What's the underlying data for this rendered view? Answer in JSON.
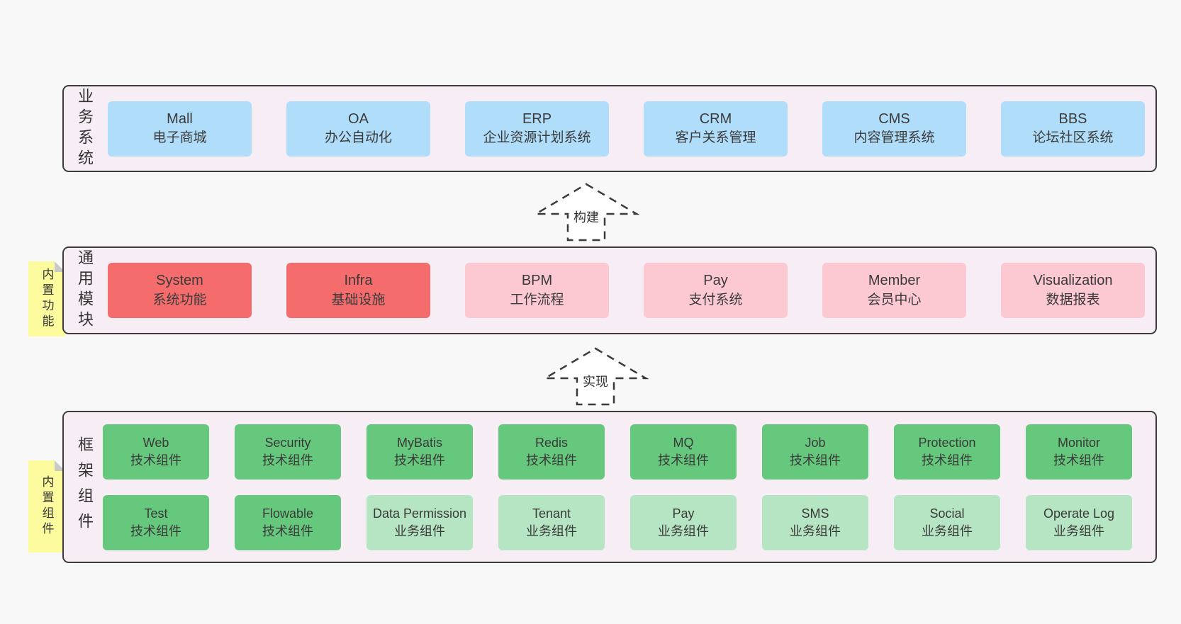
{
  "colors": {
    "page_background": "#f8f8f8",
    "band_background": "#f6edf5",
    "band_border": "#3c3c3c",
    "business_system_box": "#b0ddfa",
    "core_module_box": "#f56c6c",
    "extension_module_box": "#fcc9d3",
    "tech_component_box": "#66c87d",
    "biz_component_box": "#b6e5c3",
    "sticky_note": "#fcfc9e",
    "sticky_fold": "#c9c9c9",
    "text": "#3a3a3a"
  },
  "bands": [
    {
      "label": "业务系统",
      "rows": [
        [
          {
            "en": "Mall",
            "zh": "电子商城",
            "variant": "blue"
          },
          {
            "en": "OA",
            "zh": "办公自动化",
            "variant": "blue"
          },
          {
            "en": "ERP",
            "zh": "企业资源计划系统",
            "variant": "blue"
          },
          {
            "en": "CRM",
            "zh": "客户关系管理",
            "variant": "blue"
          },
          {
            "en": "CMS",
            "zh": "内容管理系统",
            "variant": "blue"
          },
          {
            "en": "BBS",
            "zh": "论坛社区系统",
            "variant": "blue"
          }
        ]
      ]
    },
    {
      "label": "通用模块",
      "sticky": "内置功能",
      "rows": [
        [
          {
            "en": "System",
            "zh": "系统功能",
            "variant": "red"
          },
          {
            "en": "Infra",
            "zh": "基础设施",
            "variant": "red"
          },
          {
            "en": "BPM",
            "zh": "工作流程",
            "variant": "pink"
          },
          {
            "en": "Pay",
            "zh": "支付系统",
            "variant": "pink"
          },
          {
            "en": "Member",
            "zh": "会员中心",
            "variant": "pink"
          },
          {
            "en": "Visualization",
            "zh": "数据报表",
            "variant": "pink"
          }
        ]
      ]
    },
    {
      "label": "框架组件",
      "sticky": "内置组件",
      "rows": [
        [
          {
            "en": "Web",
            "zh": "技术组件",
            "variant": "green"
          },
          {
            "en": "Security",
            "zh": "技术组件",
            "variant": "green"
          },
          {
            "en": "MyBatis",
            "zh": "技术组件",
            "variant": "green"
          },
          {
            "en": "Redis",
            "zh": "技术组件",
            "variant": "green"
          },
          {
            "en": "MQ",
            "zh": "技术组件",
            "variant": "green"
          },
          {
            "en": "Job",
            "zh": "技术组件",
            "variant": "green"
          },
          {
            "en": "Protection",
            "zh": "技术组件",
            "variant": "green"
          },
          {
            "en": "Monitor",
            "zh": "技术组件",
            "variant": "green"
          }
        ],
        [
          {
            "en": "Test",
            "zh": "技术组件",
            "variant": "green"
          },
          {
            "en": "Flowable",
            "zh": "技术组件",
            "variant": "green"
          },
          {
            "en": "Data Permission",
            "zh": "业务组件",
            "variant": "lightgreen"
          },
          {
            "en": "Tenant",
            "zh": "业务组件",
            "variant": "lightgreen"
          },
          {
            "en": "Pay",
            "zh": "业务组件",
            "variant": "lightgreen"
          },
          {
            "en": "SMS",
            "zh": "业务组件",
            "variant": "lightgreen"
          },
          {
            "en": "Social",
            "zh": "业务组件",
            "variant": "lightgreen"
          },
          {
            "en": "Operate Log",
            "zh": "业务组件",
            "variant": "lightgreen"
          }
        ]
      ]
    }
  ],
  "arrows": [
    {
      "label": "构建"
    },
    {
      "label": "实现"
    }
  ]
}
